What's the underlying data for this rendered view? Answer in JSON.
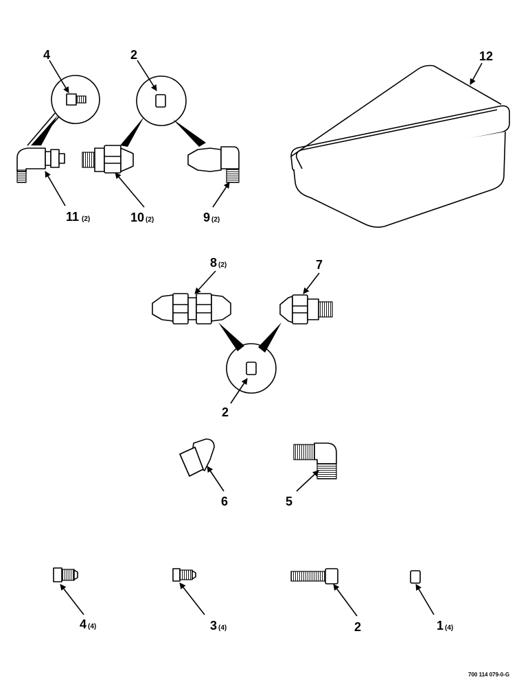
{
  "callouts": [
    {
      "id": "c4a",
      "num": "4",
      "qty": ""
    },
    {
      "id": "c2a",
      "num": "2",
      "qty": ""
    },
    {
      "id": "c12",
      "num": "12",
      "qty": ""
    },
    {
      "id": "c11",
      "num": "11",
      "qty": "(2)"
    },
    {
      "id": "c10",
      "num": "10",
      "qty": "(2)"
    },
    {
      "id": "c9",
      "num": "9",
      "qty": "(2)"
    },
    {
      "id": "c8",
      "num": "8",
      "qty": "(2)"
    },
    {
      "id": "c7",
      "num": "7",
      "qty": ""
    },
    {
      "id": "c2b",
      "num": "2",
      "qty": ""
    },
    {
      "id": "c6",
      "num": "6",
      "qty": ""
    },
    {
      "id": "c5",
      "num": "5",
      "qty": ""
    },
    {
      "id": "c4b",
      "num": "4",
      "qty": "(4)"
    },
    {
      "id": "c3",
      "num": "3",
      "qty": "(4)"
    },
    {
      "id": "c2c",
      "num": "2",
      "qty": ""
    },
    {
      "id": "c1",
      "num": "1",
      "qty": "(4)"
    }
  ],
  "drawing_code": "700 114 079-0-G"
}
